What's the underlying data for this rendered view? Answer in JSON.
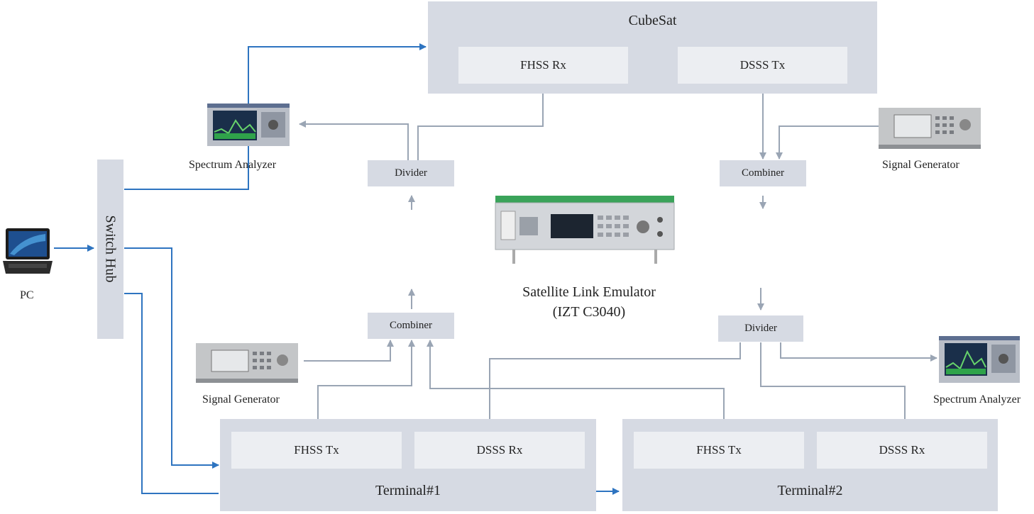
{
  "cubesat": {
    "title": "CubeSat",
    "fhss_rx": "FHSS Rx",
    "dsss_tx": "DSSS Tx"
  },
  "terminal1": {
    "title": "Terminal#1",
    "fhss_tx": "FHSS Tx",
    "dsss_rx": "DSSS Rx"
  },
  "terminal2": {
    "title": "Terminal#2",
    "fhss_tx": "FHSS Tx",
    "dsss_rx": "DSSS Rx"
  },
  "switch_hub": {
    "label": "Switch Hub"
  },
  "pc": {
    "label": "PC"
  },
  "upper_left": {
    "divider": "Divider",
    "spectrum_analyzer": "Spectrum Analyzer"
  },
  "upper_right": {
    "combiner": "Combiner",
    "signal_generator": "Signal Generator"
  },
  "lower_left": {
    "combiner": "Combiner",
    "signal_generator": "Signal Generator"
  },
  "lower_right": {
    "divider": "Divider",
    "spectrum_analyzer": "Spectrum Analyzer"
  },
  "emulator": {
    "label_line1": "Satellite Link Emulator",
    "label_line2": "(IZT  C3040)"
  },
  "colors": {
    "box": "#d6dae3",
    "inner": "#eceef2",
    "blue_wire": "#2e74c0",
    "gray_wire": "#9aa5b4"
  }
}
